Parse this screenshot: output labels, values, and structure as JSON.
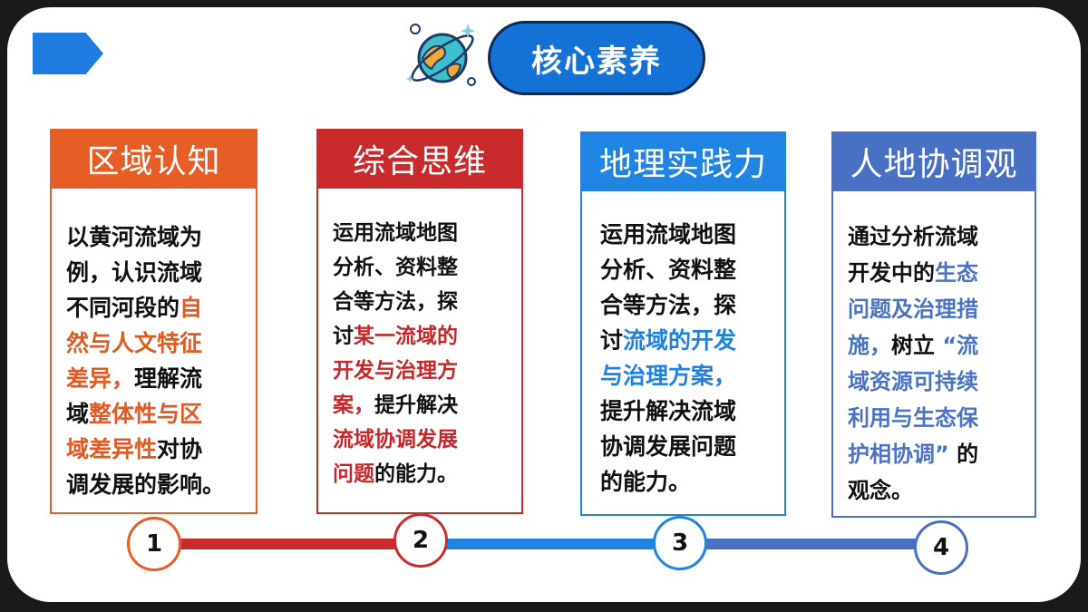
{
  "title": "核心素养",
  "colors": {
    "card1": "#e75d26",
    "card2": "#c92b2c",
    "card3": "#1f84e2",
    "card4": "#4870c3"
  },
  "cards": [
    {
      "heading": "区域认知",
      "lines": [
        [
          {
            "t": "以黄河流域为"
          }
        ],
        [
          {
            "t": "例，认识流域"
          }
        ],
        [
          {
            "t": "不同河段的"
          },
          {
            "t": "自",
            "h": 1
          }
        ],
        [
          {
            "t": "然与人文特征",
            "h": 1
          }
        ],
        [
          {
            "t": "差异，",
            "h": 1
          },
          {
            "t": "理解流"
          }
        ],
        [
          {
            "t": "域"
          },
          {
            "t": "整体性与区",
            "h": 1
          }
        ],
        [
          {
            "t": "域差异性",
            "h": 1
          },
          {
            "t": "对协"
          }
        ],
        [
          {
            "t": "调发展的影响。"
          }
        ]
      ]
    },
    {
      "heading": "综合思维",
      "lines": [
        [
          {
            "t": "运用流域地图"
          }
        ],
        [
          {
            "t": "分析、资料整"
          }
        ],
        [
          {
            "t": "合等方法，探"
          }
        ],
        [
          {
            "t": "讨"
          },
          {
            "t": "某一流域的",
            "h": 1
          }
        ],
        [
          {
            "t": "开发与治理方",
            "h": 1
          }
        ],
        [
          {
            "t": "案，",
            "h": 1
          },
          {
            "t": "提升解决"
          }
        ],
        [
          {
            "t": "流域协调发展",
            "h": 1
          }
        ],
        [
          {
            "t": "问题",
            "h": 1
          },
          {
            "t": "的能力。"
          }
        ]
      ]
    },
    {
      "heading": "地理实践力",
      "lines": [
        [
          {
            "t": "运用流域地图"
          }
        ],
        [
          {
            "t": "分析、资料整"
          }
        ],
        [
          {
            "t": "合等方法，探"
          }
        ],
        [
          {
            "t": "讨"
          },
          {
            "t": "流域的开发",
            "h": 1
          }
        ],
        [
          {
            "t": "与治理方案，",
            "h": 1
          }
        ],
        [
          {
            "t": "提升解决流域"
          }
        ],
        [
          {
            "t": "协调发展问题"
          }
        ],
        [
          {
            "t": "的能力。"
          }
        ]
      ]
    },
    {
      "heading": "人地协调观",
      "lines": [
        [
          {
            "t": "通过分析流域"
          }
        ],
        [
          {
            "t": "开发中的"
          },
          {
            "t": "生态",
            "h": 1
          }
        ],
        [
          {
            "t": "问题及治理措",
            "h": 1
          }
        ],
        [
          {
            "t": "施，",
            "h": 1
          },
          {
            "t": "树立 "
          },
          {
            "t": "“流",
            "h": 1
          }
        ],
        [
          {
            "t": "域资源可持续",
            "h": 1
          }
        ],
        [
          {
            "t": "利用与生态保",
            "h": 1
          }
        ],
        [
          {
            "t": "护相协调”",
            "h": 1
          },
          {
            "t": " 的"
          }
        ],
        [
          {
            "t": "观念。"
          }
        ]
      ]
    }
  ],
  "timeline": [
    "1",
    "2",
    "3",
    "4"
  ]
}
